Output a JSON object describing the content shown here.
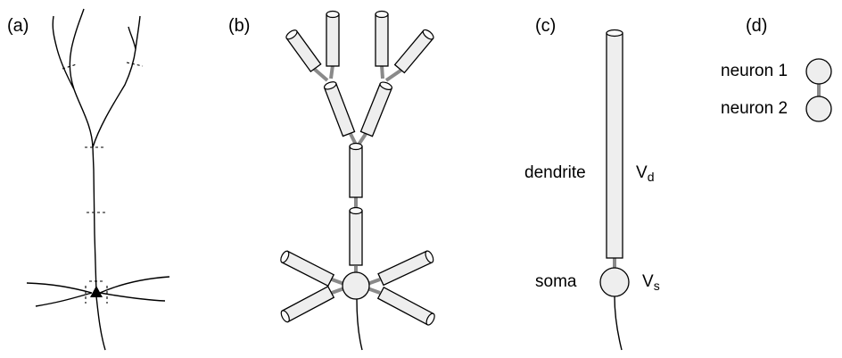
{
  "panels": {
    "a": {
      "label": "(a)"
    },
    "b": {
      "label": "(b)"
    },
    "c": {
      "label": "(c)",
      "dendrite_label": "dendrite",
      "soma_label": "soma",
      "vd_main": "V",
      "vd_sub": "d",
      "vs_main": "V",
      "vs_sub": "s"
    },
    "d": {
      "label": "(d)",
      "neuron1_label": "neuron 1",
      "neuron2_label": "neuron 2"
    }
  },
  "colors": {
    "compartment_fill": "#eeeeee",
    "coupling_link": "#8a8a8a",
    "outline": "#000000"
  }
}
